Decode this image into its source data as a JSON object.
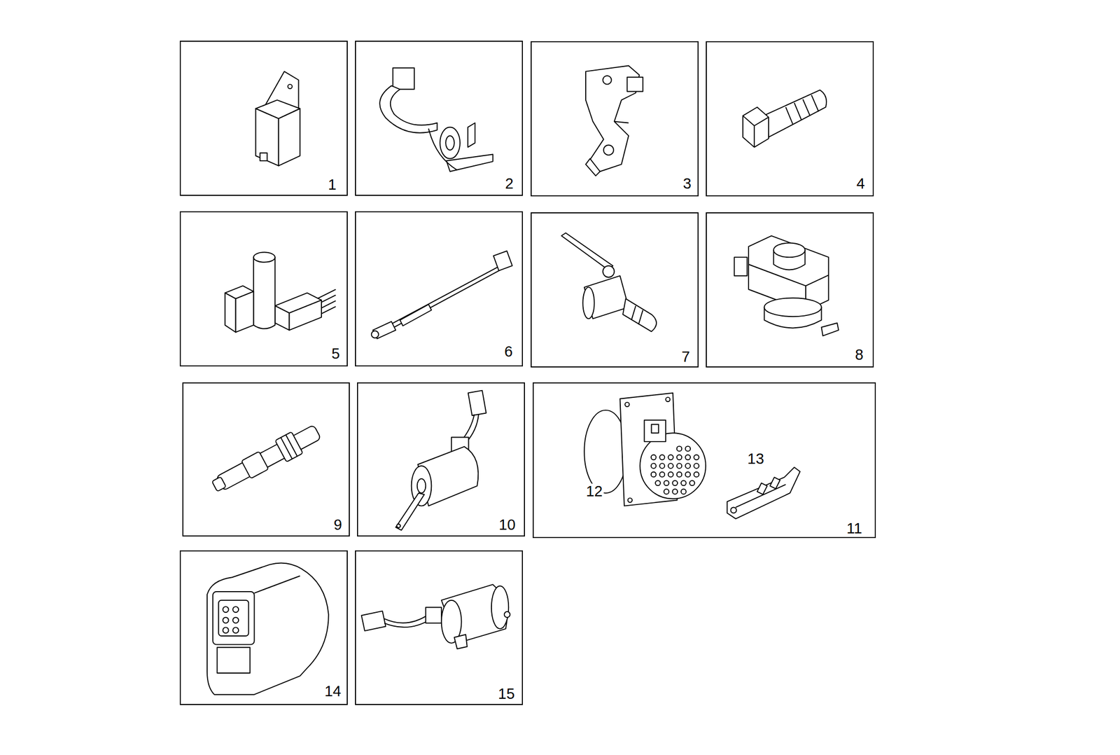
{
  "diagram": {
    "nodes": [
      {
        "text": [
          "1"
        ]
      },
      {
        "text": [
          "2"
        ]
      },
      {
        "text": [
          "3"
        ]
      },
      {
        "text": [
          "4"
        ]
      },
      {
        "text": [
          "5"
        ]
      },
      {
        "text": [
          "6"
        ]
      },
      {
        "text": [
          "7"
        ]
      },
      {
        "text": [
          "8"
        ]
      },
      {
        "text": [
          "9"
        ]
      },
      {
        "text": [
          "10"
        ]
      },
      {
        "text": [
          "13",
          "12",
          "11"
        ]
      },
      {
        "text": [
          "14"
        ]
      },
      {
        "text": [
          "15"
        ]
      }
    ]
  }
}
